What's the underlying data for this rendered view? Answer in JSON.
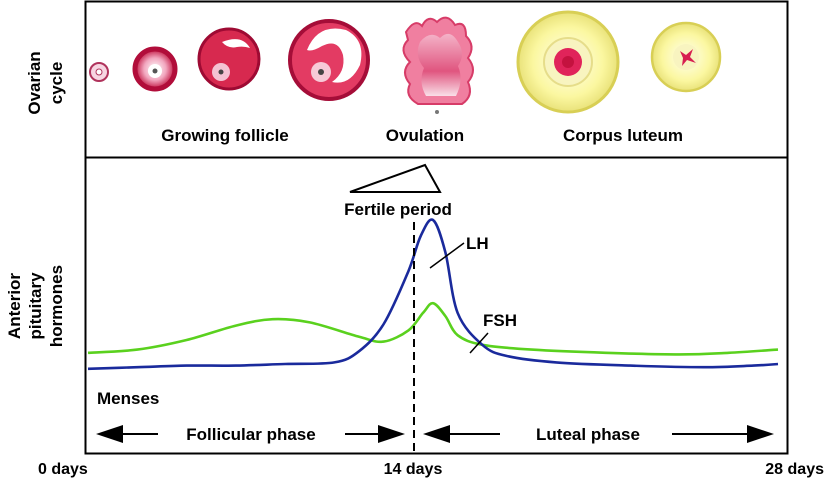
{
  "ovarian_panel": {
    "y_label_line1": "Ovarian",
    "y_label_line2": "cycle",
    "stage_labels": [
      "Growing follicle",
      "Ovulation",
      "Corpus luteum"
    ]
  },
  "hormone_panel": {
    "y_label_line1": "Anterior",
    "y_label_line2": "pituitary",
    "y_label_line3": "hormones",
    "fertile_label": "Fertile period",
    "menses_label": "Menses",
    "follicular_label": "Follicular phase",
    "luteal_label": "Luteal phase",
    "x_ticks": [
      "0 days",
      "14 days",
      "28 days"
    ],
    "colors": {
      "LH": "#1a2a9c",
      "FSH": "#5ad11e"
    }
  },
  "chart_data": {
    "type": "line",
    "x_unit": "days",
    "xlim": [
      0,
      28
    ],
    "x_tick_labels": [
      "0 days",
      "14 days",
      "28 days"
    ],
    "series": [
      {
        "name": "LH",
        "points": [
          [
            0,
            0.07
          ],
          [
            2,
            0.08
          ],
          [
            4,
            0.09
          ],
          [
            6,
            0.09
          ],
          [
            8,
            0.1
          ],
          [
            10,
            0.11
          ],
          [
            11,
            0.18
          ],
          [
            12,
            0.35
          ],
          [
            13,
            0.68
          ],
          [
            13.5,
            0.9
          ],
          [
            14,
            1.0
          ],
          [
            14.5,
            0.8
          ],
          [
            15,
            0.42
          ],
          [
            16,
            0.22
          ],
          [
            17,
            0.15
          ],
          [
            19,
            0.11
          ],
          [
            22,
            0.09
          ],
          [
            25,
            0.08
          ],
          [
            27,
            0.09
          ],
          [
            28,
            0.1
          ]
        ]
      },
      {
        "name": "FSH",
        "points": [
          [
            0,
            0.17
          ],
          [
            2,
            0.19
          ],
          [
            4,
            0.25
          ],
          [
            6,
            0.34
          ],
          [
            7.5,
            0.38
          ],
          [
            9,
            0.36
          ],
          [
            11,
            0.27
          ],
          [
            12,
            0.24
          ],
          [
            13,
            0.31
          ],
          [
            13.6,
            0.42
          ],
          [
            14,
            0.48
          ],
          [
            14.5,
            0.4
          ],
          [
            15,
            0.28
          ],
          [
            16,
            0.22
          ],
          [
            18,
            0.19
          ],
          [
            21,
            0.17
          ],
          [
            24,
            0.16
          ],
          [
            26,
            0.17
          ],
          [
            28,
            0.19
          ]
        ]
      }
    ]
  }
}
